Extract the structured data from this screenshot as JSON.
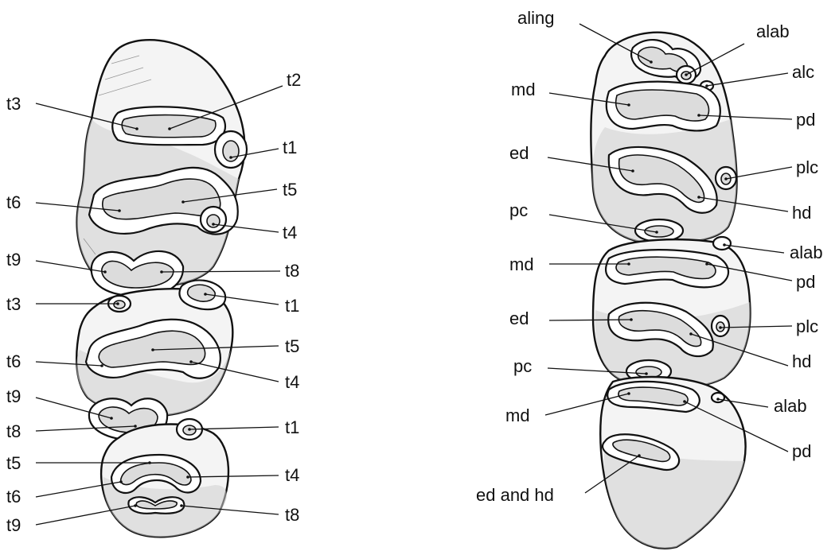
{
  "left_panel": {
    "labels": [
      "t3",
      "t2",
      "t1",
      "t6",
      "t5",
      "t4",
      "t9",
      "t8",
      "t3",
      "t1",
      "t6",
      "t5",
      "t4",
      "t9",
      "t8",
      "t1",
      "t5",
      "t4",
      "t6",
      "t9",
      "t8"
    ]
  },
  "right_panel": {
    "labels": [
      "aling",
      "alab",
      "alc",
      "md",
      "pd",
      "ed",
      "plc",
      "hd",
      "pc",
      "alab",
      "md",
      "pd",
      "ed",
      "plc",
      "hd",
      "pc",
      "alab",
      "md",
      "pd",
      "ed and hd"
    ]
  }
}
